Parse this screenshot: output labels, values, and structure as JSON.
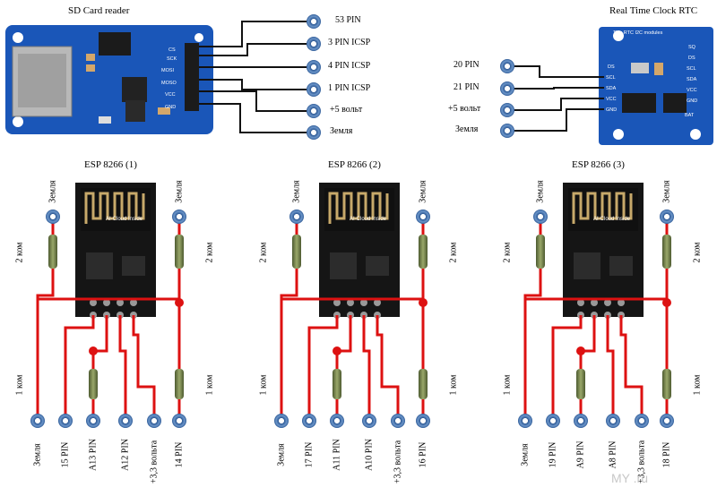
{
  "titles": {
    "sd": "SD Card reader",
    "rtc": "Real Time Clock RTC",
    "esp1": "ESP 8266 (1)",
    "esp2": "ESP 8266 (2)",
    "esp3": "ESP 8266 (3)"
  },
  "sd_board": {
    "pins": [
      "CS",
      "SCK",
      "MOSI",
      "MOSO",
      "VCC",
      "GND"
    ],
    "labels": [
      "53 PIN",
      "3 PIN ICSP",
      "4 PIN ICSP",
      "1 PIN ICSP",
      "+5 вольт",
      "Земля"
    ]
  },
  "rtc_board": {
    "header_text": "Tiny RTC    I2C modules",
    "pins": [
      "DS",
      "SCL",
      "SDA",
      "VCC",
      "GND"
    ],
    "right_pins": [
      "SQ",
      "DS",
      "SCL",
      "SDA",
      "VCC",
      "GND",
      "BAT"
    ],
    "labels": [
      "20 PIN",
      "21 PIN",
      "+5 вольт",
      "Земля"
    ]
  },
  "esp_module": {
    "antenna_text": "AI-Cloud Inside"
  },
  "esp_common": {
    "top_left": "Земля",
    "top_right": "Земля",
    "res_top_left": "2 ком",
    "res_top_right": "2 ком",
    "res_bottom_left": "1 ком",
    "res_bottom_right": "1 ком",
    "bottom_1": "Земля",
    "bottom_5": "+3,3 вольта"
  },
  "esp_units": [
    {
      "bottom_2": "15 PIN",
      "bottom_3": "A13 PIN",
      "bottom_4": "A12 PIN",
      "bottom_6": "14 PIN"
    },
    {
      "bottom_2": "17 PIN",
      "bottom_3": "A11 PIN",
      "bottom_4": "A10 PIN",
      "bottom_6": "16 PIN"
    },
    {
      "bottom_2": "19 PIN",
      "bottom_3": "A9 PIN",
      "bottom_4": "A8 PIN",
      "bottom_6": "18 PIN"
    }
  ],
  "watermark": "MY     .ru",
  "colors": {
    "wire": "#dd1111",
    "terminal": "#4a74a8",
    "board_blue": "#1a56b8",
    "module_black": "#151515",
    "resistor": "#6f7f47"
  }
}
